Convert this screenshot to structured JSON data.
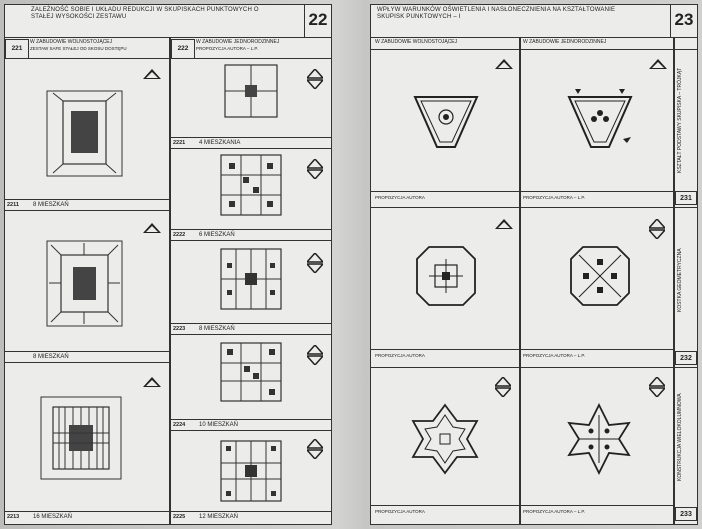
{
  "sheet22": {
    "page_number": "22",
    "header_text": "ZALEŻNOŚĆ SOBIE I UKŁADU REDUKCJI W SKUPISKACH PUNKTOWYCH O STAŁEJ WYSOKOŚCI ZESTAWU",
    "col1": {
      "code": "221",
      "title": "W ZABUDOWIE WOLNOSTOJĄCEJ",
      "sub": "ZESTAW SAFE STAŁEJ OD SKOSU DOSTĘPU"
    },
    "col2": {
      "code": "222",
      "title": "W ZABUDOWIE JEDNORODZINNEJ",
      "sub": "PROPOZYCJA AUTORA – L.P."
    },
    "col1_rows": [
      {
        "code": "2211",
        "label": "8 MIESZKAŃ"
      },
      {
        "code": "",
        "label": "8 MIESZKAŃ"
      },
      {
        "code": "2213",
        "label": "16 MIESZKAŃ"
      }
    ],
    "col2_rows": [
      {
        "code": "2221",
        "label": "4 MIESZKANIA"
      },
      {
        "code": "2222",
        "label": "6 MIESZKAŃ"
      },
      {
        "code": "2223",
        "label": "8 MIESZKAŃ"
      },
      {
        "code": "2224",
        "label": "10 MIESZKAŃ"
      },
      {
        "code": "2225",
        "label": "12 MIESZKAŃ"
      }
    ]
  },
  "sheet23": {
    "page_number": "23",
    "header_text": "WPŁYW WARUNKÓW OŚWIETLENIA I NASŁONECZNIENIA NA KSZTAŁTOWANIE SKUPISK PUNKTOWYCH – I",
    "col1_title": "W ZABUDOWIE WOLNOSTOJĄCEJ",
    "col2_title": "W ZABUDOWIE JEDNORODZINNEJ",
    "rows": [
      {
        "code": "231",
        "side": "KSZTAŁT PODSTAWY SKUPISKA – TRÓJKĄT",
        "left_label": "PROPOZYCJA AUTORA",
        "right_label": "PROPOZYCJA AUTORA – L.P."
      },
      {
        "code": "232",
        "side": "KOSTKA GEOMETRYCZNA",
        "left_label": "PROPOZYCJA AUTORA",
        "right_label": "PROPOZYCJA AUTORA – L.P."
      },
      {
        "code": "233",
        "side": "KONSTRUKCJA WIELOKOLUMNOWA",
        "left_label": "PROPOZYCJA AUTORA",
        "right_label": "PROPOZYCJA AUTORA – L.P."
      }
    ]
  }
}
